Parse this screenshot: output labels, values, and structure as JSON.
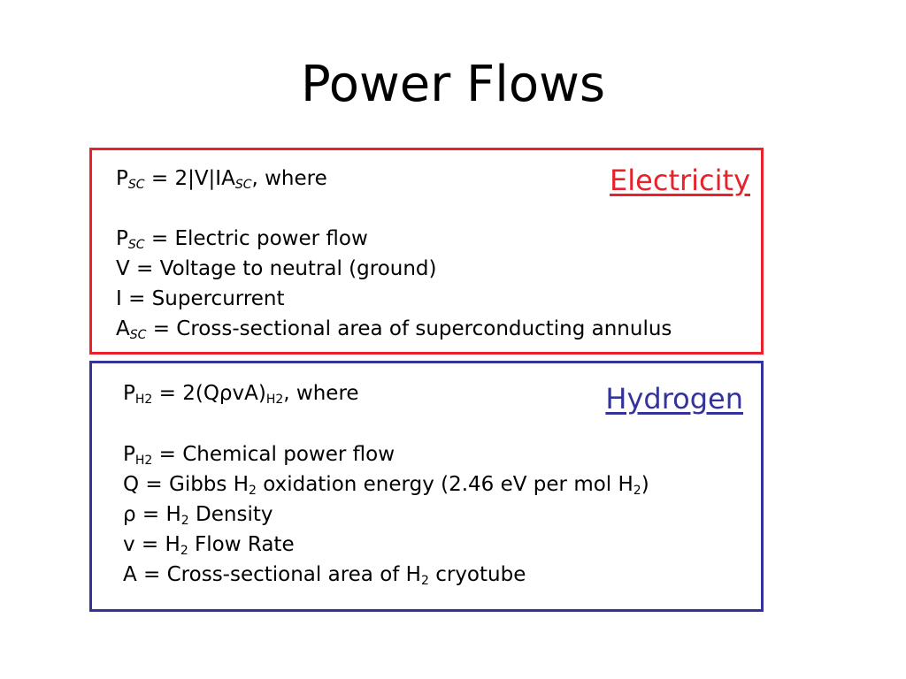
{
  "title": "Power Flows",
  "electricity": {
    "label": "Electricity",
    "border_color": "#e8212a",
    "eq": {
      "p": "P",
      "sub": "SC",
      "mid": " = 2|V|IA",
      "sub2": "SC",
      "end": ", where"
    },
    "defs": [
      {
        "pre": "P",
        "sub": "SC",
        "post": " = Electric power flow"
      },
      {
        "text": "V = Voltage to neutral (ground)"
      },
      {
        "text": "I = Supercurrent"
      },
      {
        "pre": "A",
        "sub": "SC",
        "post": " = Cross-sectional area of superconducting annulus"
      }
    ]
  },
  "hydrogen": {
    "label": "Hydrogen",
    "border_color": "#333399",
    "eq": {
      "p": "P",
      "sub": "H2",
      "mid": " = 2(QρvA)",
      "sub2": "H2",
      "end": ", where"
    },
    "defs": [
      {
        "pre": "P",
        "sub": "H2",
        "post": " = Chemical power flow"
      },
      {
        "pre": "Q = Gibbs H",
        "sub": "2",
        "mid": " oxidation energy (2.46 eV per mol H",
        "sub2": "2",
        "post": ")"
      },
      {
        "pre": "ρ = H",
        "sub": "2",
        "post": " Density"
      },
      {
        "pre": "v = H",
        "sub": "2",
        "post": " Flow Rate"
      },
      {
        "pre": "A = Cross-sectional area of H",
        "sub": "2",
        "post": " cryotube"
      }
    ]
  }
}
